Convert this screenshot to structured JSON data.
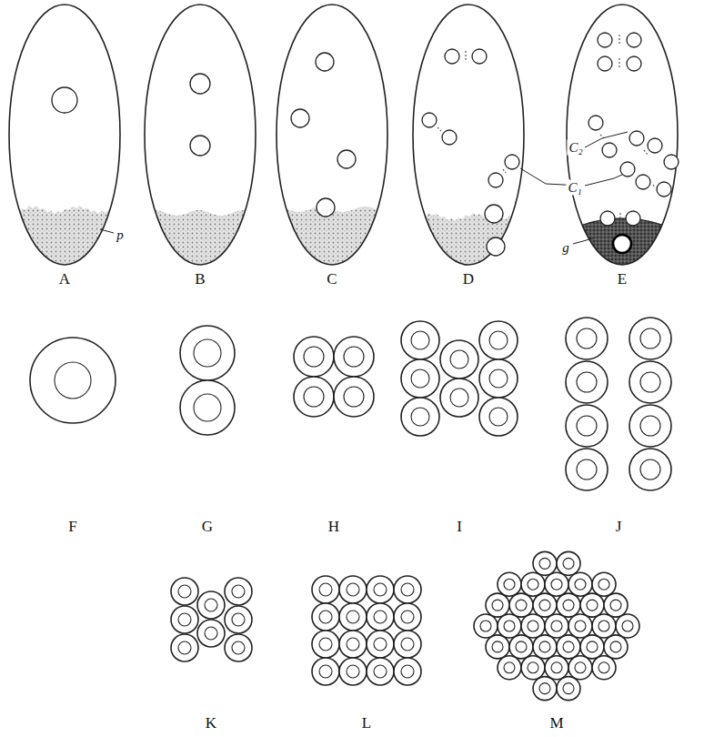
{
  "diagram": {
    "labels": [
      "p",
      "A",
      "B",
      "C",
      "D",
      "E",
      "C₂",
      "C₁",
      "g",
      "F",
      "G",
      "H",
      "I",
      "J",
      "K",
      "L",
      "M"
    ]
  }
}
